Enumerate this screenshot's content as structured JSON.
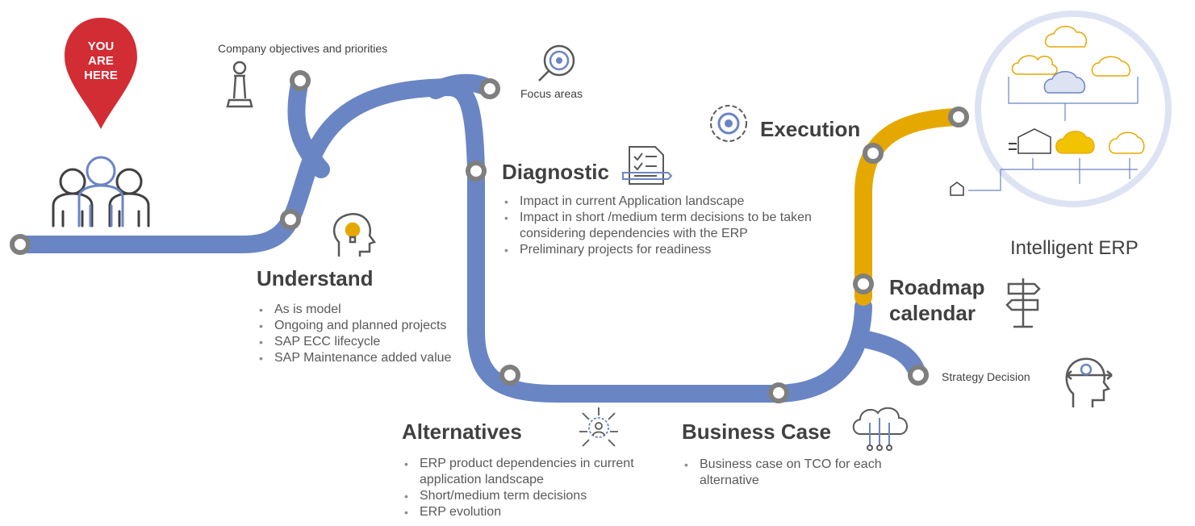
{
  "colors": {
    "road_blue": "#6a85c4",
    "road_gold": "#e5a800",
    "node_fill": "#ffffff",
    "node_ring": "#7f7f7f",
    "pin_red": "#d22c34",
    "text": "#404040"
  },
  "pin": {
    "line1": "YOU",
    "line2": "ARE",
    "line3": "HERE"
  },
  "steps": {
    "company_objectives": "Company objectives and priorities",
    "focus_areas": "Focus areas",
    "understand": {
      "title": "Understand",
      "bullets": [
        "As is model",
        "Ongoing and planned projects",
        "SAP ECC lifecycle",
        "SAP Maintenance added value"
      ]
    },
    "diagnostic": {
      "title": "Diagnostic",
      "bullets": [
        "Impact in current Application landscape",
        "Impact in short /medium term decisions to be taken considering dependencies with the ERP",
        "Preliminary projects for readiness"
      ]
    },
    "alternatives": {
      "title": "Alternatives",
      "bullets": [
        "ERP product dependencies in current application landscape",
        "Short/medium term decisions",
        "ERP evolution"
      ]
    },
    "business_case": {
      "title": "Business Case",
      "bullets": [
        "Business case on TCO for each alternative"
      ]
    },
    "execution": {
      "title": "Execution"
    },
    "roadmap": {
      "title_line1": "Roadmap",
      "title_line2": "calendar"
    },
    "strategy_decision": "Strategy Decision"
  },
  "intelligent_erp": {
    "caption": "Intelligent ERP"
  }
}
